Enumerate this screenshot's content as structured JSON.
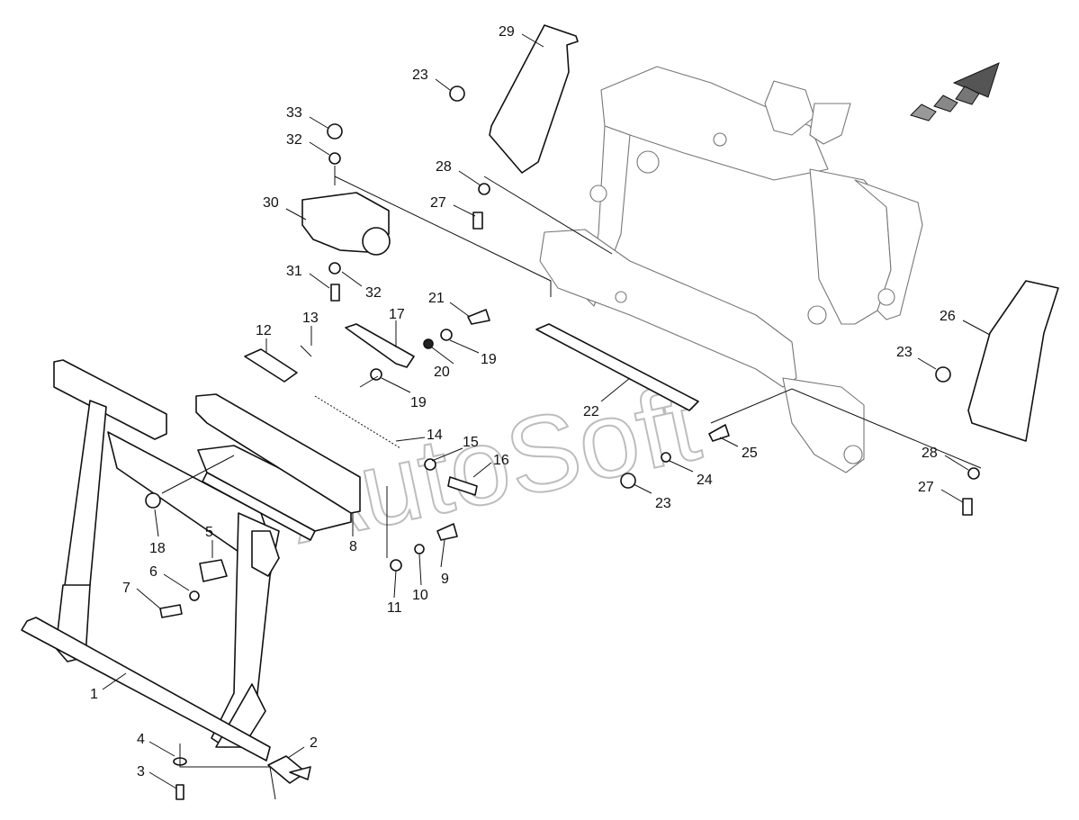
{
  "watermark": "AutoSoft",
  "labels": [
    "1",
    "2",
    "3",
    "4",
    "5",
    "6",
    "7",
    "8",
    "9",
    "10",
    "11",
    "12",
    "13",
    "14",
    "15",
    "16",
    "17",
    "18",
    "19",
    "19",
    "20",
    "21",
    "22",
    "23",
    "23",
    "23",
    "24",
    "25",
    "26",
    "27",
    "27",
    "28",
    "28",
    "29",
    "30",
    "31",
    "32",
    "32",
    "33"
  ],
  "colors": {
    "line": "#111111",
    "frame": "#777777",
    "background": "#ffffff"
  },
  "icons": [
    "direction-arrow-icon"
  ]
}
